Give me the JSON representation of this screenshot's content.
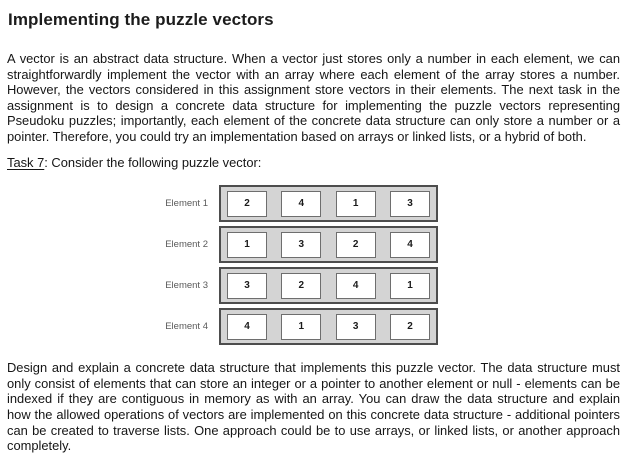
{
  "page": {
    "title": "Implementing the puzzle vectors",
    "intro_paragraph": "A vector is an abstract data structure. When a vector just stores only a number in each element, we can straightforwardly implement the vector with an array where each element of the array stores a number. However, the vectors considered in this assignment store vectors in their elements. The next task in the assignment is to design a concrete data structure for implementing the puzzle vectors representing Pseudoku puzzles; importantly, each element of the concrete data structure can only store a number or a pointer. Therefore, you could try an implementation based on arrays or linked lists, or a hybrid of both.",
    "task": {
      "label": "Task 7",
      "text": ": Consider the following puzzle vector:"
    },
    "closing_paragraph": "Design and explain a concrete data structure that implements this puzzle vector. The data structure must only consist of elements that can store an integer or a pointer to another element or null - elements can be indexed if they are contiguous in memory as with an array. You can draw the data structure and explain how the allowed operations of vectors are implemented on this concrete data structure - additional pointers can be created to traverse lists. One approach could be to use arrays, or linked lists, or another approach completely."
  },
  "diagram": {
    "rows": [
      {
        "label": "Element 1",
        "values": [
          "2",
          "4",
          "1",
          "3"
        ]
      },
      {
        "label": "Element 2",
        "values": [
          "1",
          "3",
          "2",
          "4"
        ]
      },
      {
        "label": "Element 3",
        "values": [
          "3",
          "2",
          "4",
          "1"
        ]
      },
      {
        "label": "Element 4",
        "values": [
          "4",
          "1",
          "3",
          "2"
        ]
      }
    ],
    "colors": {
      "box_fill": "#d4d4d4",
      "box_border": "#4d4d4d",
      "cell_fill": "#ffffff",
      "cell_border": "#6e6e6e"
    }
  }
}
